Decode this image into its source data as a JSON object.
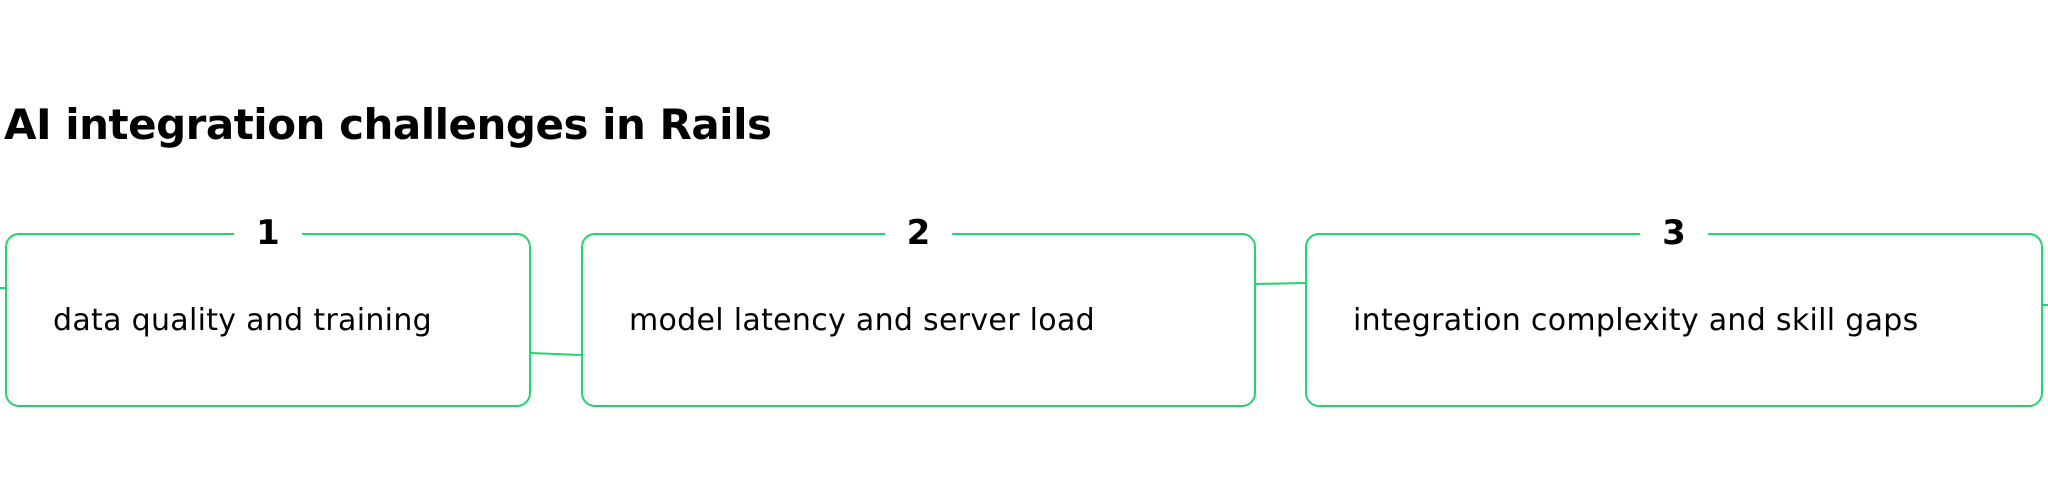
{
  "title": "AI integration challenges in Rails",
  "accent_color": "#22d36e",
  "steps": [
    {
      "number": "1",
      "label": "data quality and training"
    },
    {
      "number": "2",
      "label": "model latency and server load"
    },
    {
      "number": "3",
      "label": "integration complexity and skill gaps"
    }
  ]
}
